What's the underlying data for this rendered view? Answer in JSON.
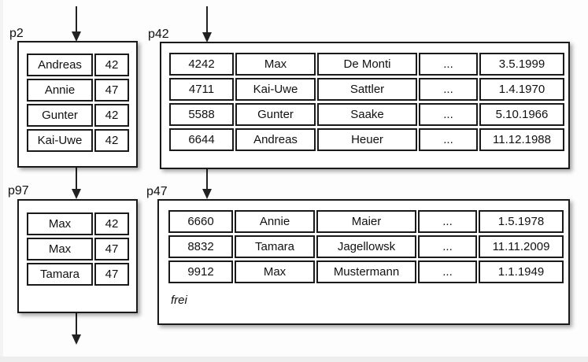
{
  "diagram": {
    "description": "database data pages with records",
    "colors": {
      "background": "#fdfdfd",
      "box_fill": "#ffffff",
      "border": "#1a1a1a",
      "text": "#111111",
      "bottom_strip": "#eeeeee"
    }
  },
  "pages": {
    "p2": {
      "label": "p2",
      "rows": [
        [
          "Andreas",
          "42"
        ],
        [
          "Annie",
          "47"
        ],
        [
          "Gunter",
          "42"
        ],
        [
          "Kai-Uwe",
          "42"
        ]
      ]
    },
    "p42": {
      "label": "p42",
      "rows": [
        [
          "4242",
          "Max",
          "De Monti",
          "...",
          "3.5.1999"
        ],
        [
          "4711",
          "Kai-Uwe",
          "Sattler",
          "...",
          "1.4.1970"
        ],
        [
          "5588",
          "Gunter",
          "Saake",
          "...",
          "5.10.1966"
        ],
        [
          "6644",
          "Andreas",
          "Heuer",
          "...",
          "11.12.1988"
        ]
      ]
    },
    "p97": {
      "label": "p97",
      "rows": [
        [
          "Max",
          "42"
        ],
        [
          "Max",
          "47"
        ],
        [
          "Tamara",
          "47"
        ]
      ]
    },
    "p47": {
      "label": "p47",
      "rows": [
        [
          "6660",
          "Annie",
          "Maier",
          "...",
          "1.5.1978"
        ],
        [
          "8832",
          "Tamara",
          "Jagellowsk",
          "...",
          "11.11.2009"
        ],
        [
          "9912",
          "Max",
          "Mustermann",
          "...",
          "1.1.1949"
        ]
      ],
      "free_label": "frei"
    }
  }
}
